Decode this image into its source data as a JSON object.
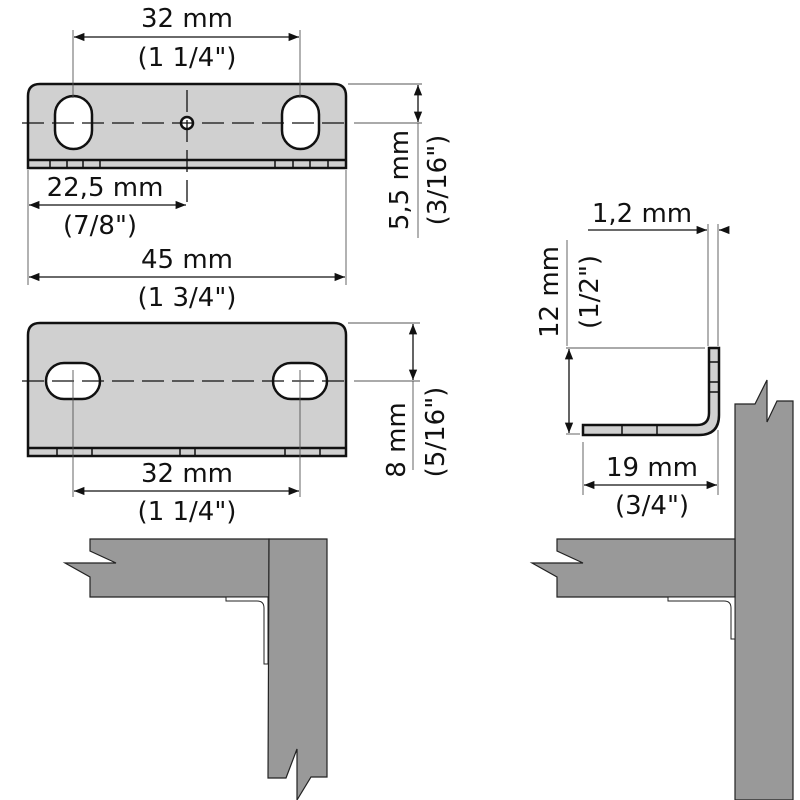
{
  "colors": {
    "plate": "#d0d0d0",
    "wood": "#999999",
    "line": "#111111"
  },
  "top_view": {
    "hole_spacing": {
      "mm": "32 mm",
      "inch": "(1 1/4\")"
    },
    "center_offset": {
      "mm": "22,5 mm",
      "inch": "(7/8\")"
    },
    "length": {
      "mm": "45 mm",
      "inch": "(1 3/4\")"
    },
    "hole_height": {
      "mm": "5,5 mm",
      "inch": "(3/16\")"
    }
  },
  "side_view": {
    "hole_spacing": {
      "mm": "32 mm",
      "inch": "(1 1/4\")"
    },
    "hole_height": {
      "mm": "8 mm",
      "inch": "(5/16\")"
    }
  },
  "profile_view": {
    "thickness": {
      "mm": "1,2 mm"
    },
    "height": {
      "mm": "12 mm",
      "inch": "(1/2\")"
    },
    "width": {
      "mm": "19 mm",
      "inch": "(3/4\")"
    }
  }
}
